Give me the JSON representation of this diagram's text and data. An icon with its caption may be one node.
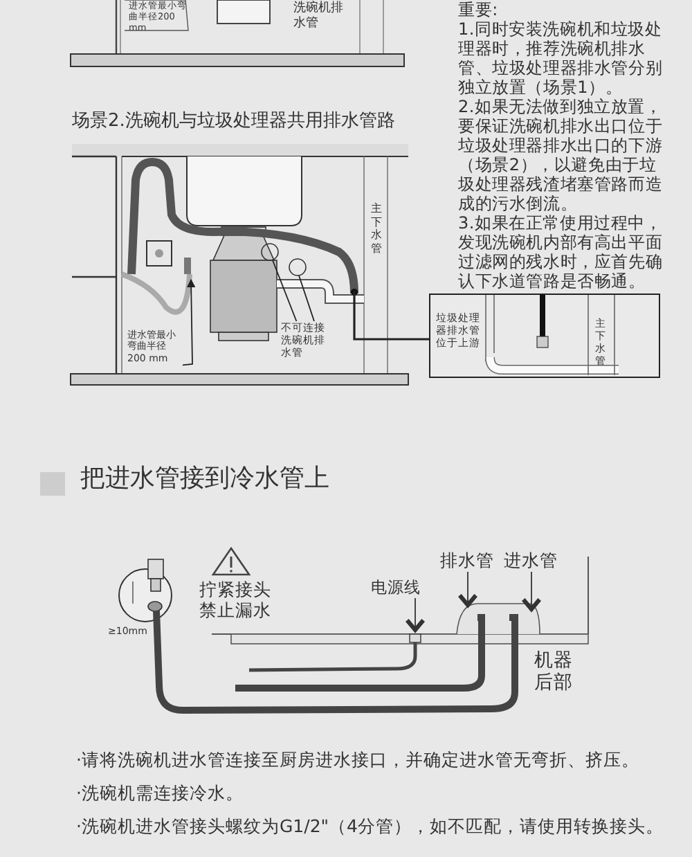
{
  "diagram": {
    "nodes": [
      {
        "text": [
          "进水管最小弯曲半径200 mm"
        ]
      },
      {
        "text": [
          "不可连接洗碗机排水管"
        ]
      },
      {
        "text": [
          "垃圾处理器排水管位于上游",
          "主下水管"
        ]
      },
      {
        "text": [
          "电源线"
        ]
      },
      {
        "text": [
          "排水管"
        ]
      },
      {
        "text": [
          "进水管"
        ]
      }
    ],
    "edges": [
      {
        "from": 0,
        "to": null,
        "arrow": "to"
      },
      {
        "from": 1,
        "to": null,
        "arrow": "none"
      },
      {
        "from": 1,
        "to": null,
        "arrow": "none"
      },
      {
        "from": null,
        "to": 2,
        "arrow": "none"
      },
      {
        "from": 3,
        "to": null,
        "arrow": "to"
      },
      {
        "from": 4,
        "to": null,
        "arrow": "to"
      },
      {
        "from": 5,
        "to": null,
        "arrow": "to"
      }
    ],
    "labels": [
      "进水管最小弯曲半径200 mm",
      "洗碗机排水管",
      "重要:",
      "1.同时安装洗碗机和垃圾处理器时，推荐洗碗机排水管、垃圾处理器排水管分别独立放置（场景1）。",
      "2.如果无法做到独立放置，要保证洗碗机排水出口位于垃圾处理器排水出口的下游（场景2），以避免由于垃圾处理器残渣堵塞管路而造成的污水倒流。",
      "3.如果在正常使用过程中，发现洗碗机内部有高出平面过滤网的残水时，应首先确认下水道管路是否畅通。",
      "场景2.洗碗机与垃圾处理器共用排水管路",
      "主下水管",
      "把进水管接到冷水管上",
      "≥10mm",
      "拧紧接头禁止漏水",
      "机器后部",
      "·请将洗碗机进水管连接至厨房进水接口，并确定进水管无弯折、挤压。",
      "·洗碗机需连接冷水。",
      "·洗碗机进水管接头螺纹为G1/2\"（4分管），如不匹配，请使用转换接头。"
    ]
  }
}
